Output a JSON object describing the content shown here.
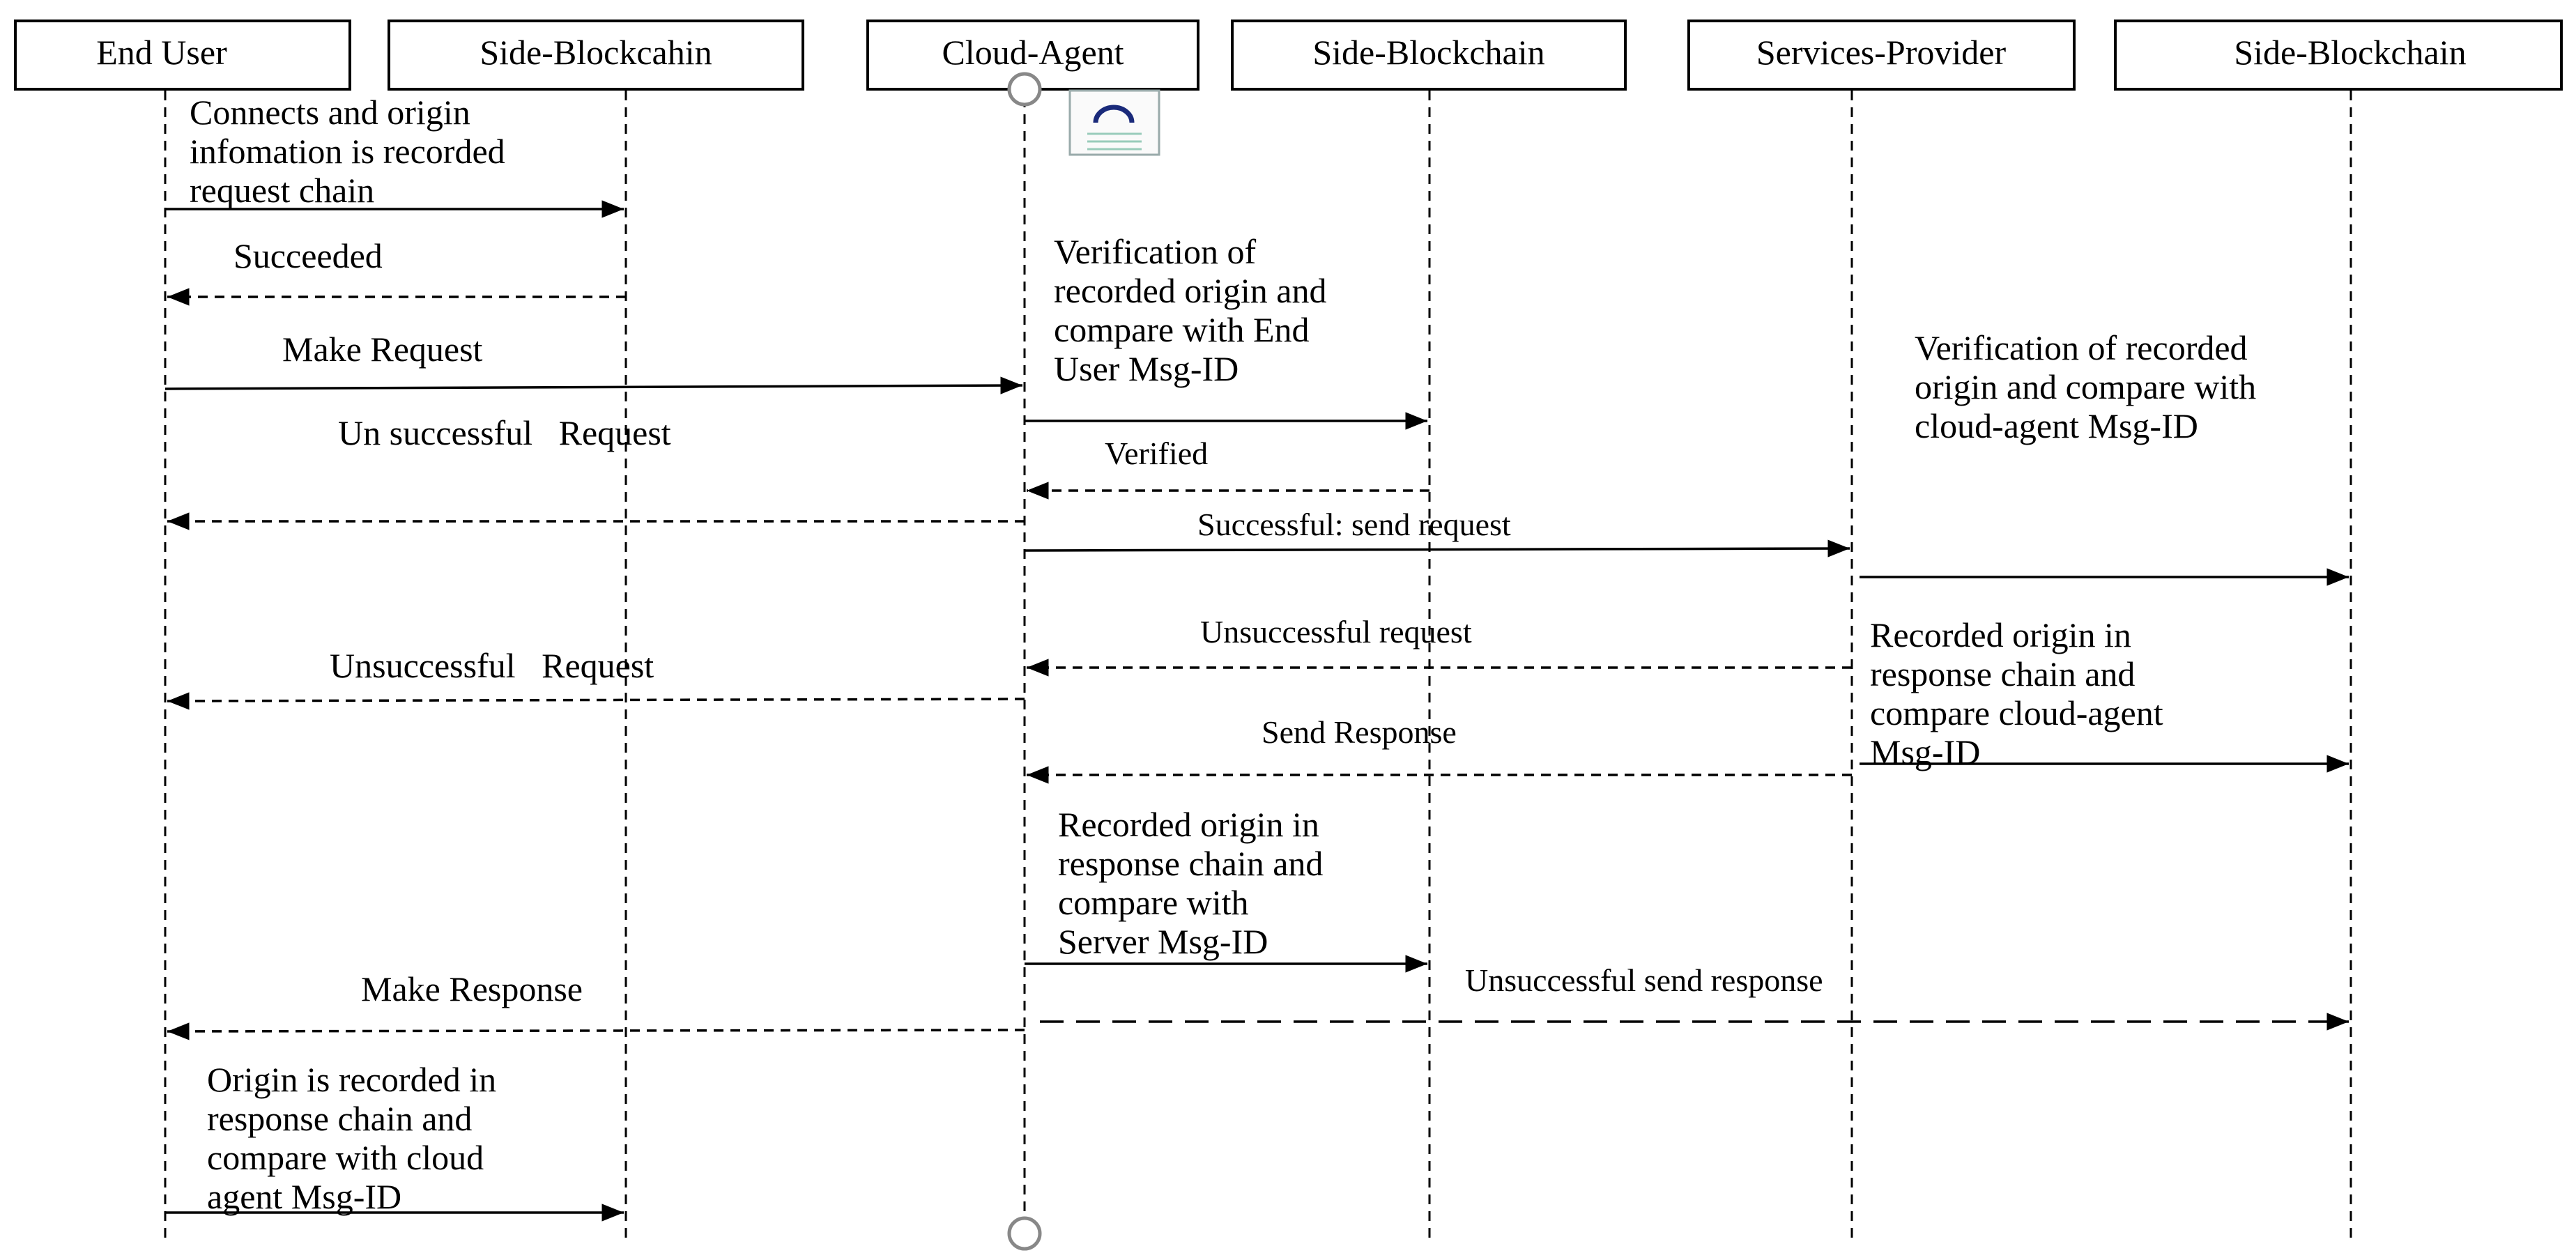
{
  "actors": {
    "end_user": "End User",
    "side_blockchain_1": "Side-Blockcahin",
    "cloud_agent": "Cloud-Agent",
    "side_blockchain_2": "Side-Blockchain",
    "services_provider": "Services-Provider",
    "side_blockchain_3": "Side-Blockchain"
  },
  "notes": {
    "connects": [
      "Connects and origin",
      "infomation is recorded",
      "request chain"
    ],
    "verification_cloud": [
      "Verification of",
      "recorded origin and",
      "compare with End",
      "User Msg-ID"
    ],
    "verification_provider": [
      "Verification of recorded",
      "origin and compare with",
      "cloud-agent Msg-ID"
    ],
    "recorded_provider": [
      "Recorded origin in",
      "response chain and",
      "compare cloud-agent",
      "Msg-ID"
    ],
    "recorded_cloud": [
      "Recorded origin in",
      "response chain and",
      "compare with",
      "Server Msg-ID"
    ],
    "origin_end_user": [
      "Origin is recorded in",
      "response chain and",
      "compare with cloud",
      "agent Msg-ID"
    ]
  },
  "messages": {
    "succeeded": "Succeeded",
    "make_request": "Make Request",
    "unsuccessful_request_1": "Un successful   Request",
    "verified": "Verified",
    "successful_send_request": "Successful: send request",
    "unsuccessful_request_provider": "Unsuccessful request",
    "unsuccessful_request_2": "Unsuccessful   Request",
    "send_response": "Send Response",
    "make_response": "Make Response",
    "unsuccessful_send_response": "Unsuccessful send response"
  }
}
